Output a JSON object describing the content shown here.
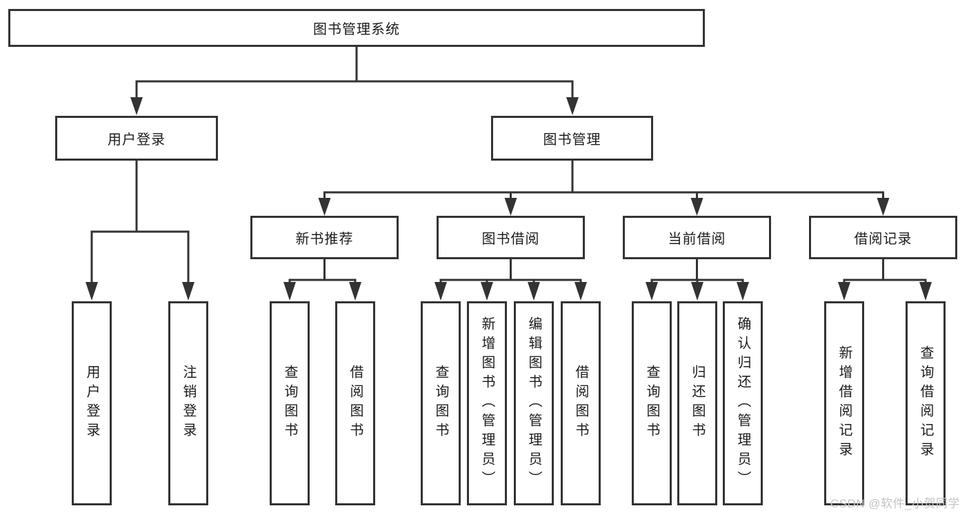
{
  "tree": {
    "root": {
      "label": "图书管理系统",
      "children": [
        {
          "label": "用户登录",
          "children": [
            {
              "label": "用户登录"
            },
            {
              "label": "注销登录"
            }
          ]
        },
        {
          "label": "图书管理",
          "children": [
            {
              "label": "新书推荐",
              "children": [
                {
                  "label": "查询图书"
                },
                {
                  "label": "借阅图书"
                }
              ]
            },
            {
              "label": "图书借阅",
              "children": [
                {
                  "label": "查询图书"
                },
                {
                  "label": "新增图书（管理员）"
                },
                {
                  "label": "编辑图书（管理员）"
                },
                {
                  "label": "借阅图书"
                }
              ]
            },
            {
              "label": "当前借阅",
              "children": [
                {
                  "label": "查询图书"
                },
                {
                  "label": "归还图书"
                },
                {
                  "label": "确认归还（管理员）"
                }
              ]
            },
            {
              "label": "借阅记录",
              "children": [
                {
                  "label": "新增借阅记录"
                },
                {
                  "label": "查询借阅记录"
                }
              ]
            }
          ]
        }
      ]
    }
  },
  "watermark": {
    "text": "CSDN @软件_小贺同学"
  },
  "colors": {
    "line": "#333333",
    "text": "#1c1c1c",
    "watermark": "#c4c4c4",
    "background": "#ffffff"
  }
}
